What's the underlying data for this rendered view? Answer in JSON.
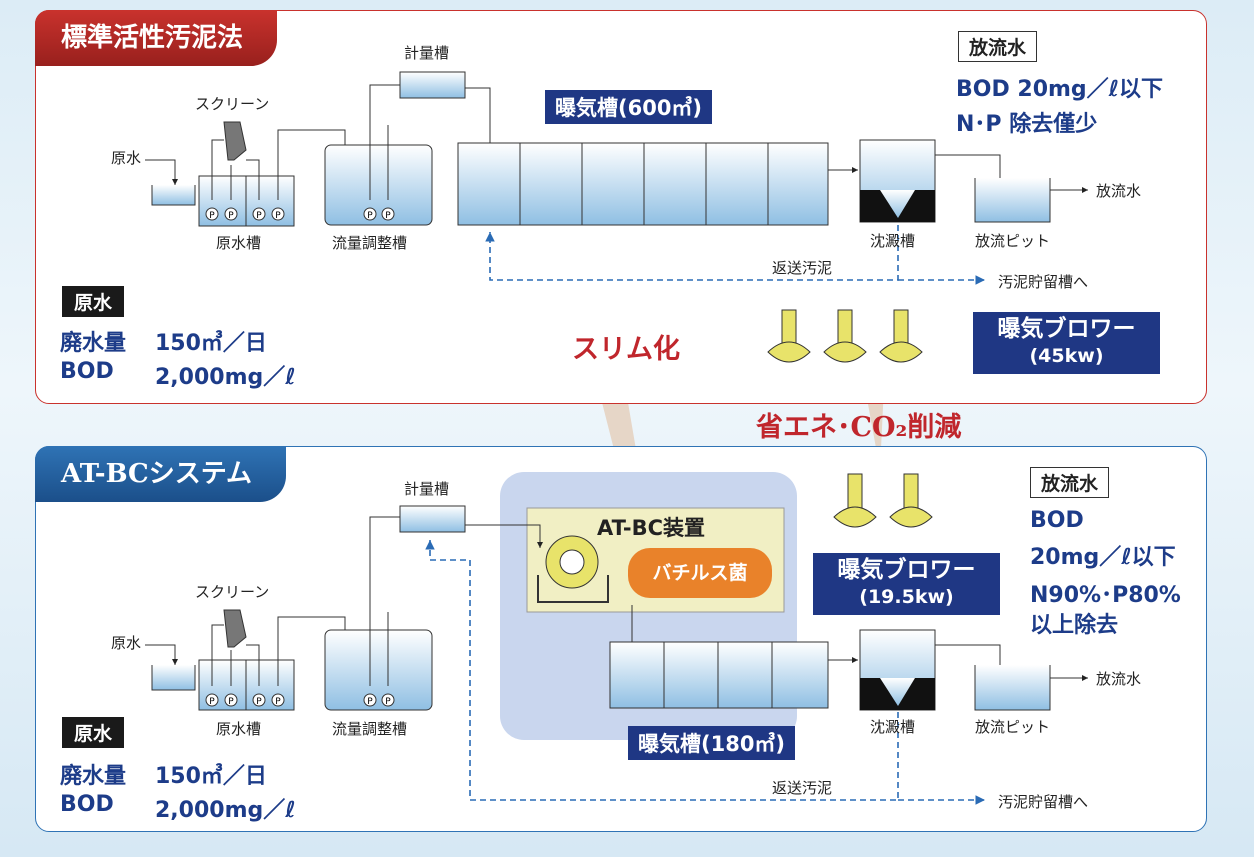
{
  "top": {
    "title": "標準活性汚泥法",
    "labels": {
      "screen": "スクリーン",
      "raw_in": "原水",
      "raw_tank": "原水槽",
      "flow_tank": "流量調整槽",
      "meter": "計量槽",
      "aeration": "曝気槽(600㎥)",
      "settling": "沈澱槽",
      "pit": "放流ピット",
      "outflow": "放流水",
      "return": "返送汚泥",
      "sludge": "汚泥貯留槽へ"
    },
    "effluent": {
      "title": "放流水",
      "line1": "BOD 20mg／ℓ以下",
      "line2": "N･P 除去僅少"
    },
    "raw": {
      "title": "原水",
      "vol_label": "廃水量",
      "vol": "150㎥／日",
      "bod_label": "BOD",
      "bod": "2,000mg／ℓ"
    },
    "blower": {
      "name": "曝気ブロワー",
      "power": "(45kw)"
    }
  },
  "mid": {
    "slim": "スリム化",
    "save": "省エネ･CO₂削減"
  },
  "bottom": {
    "title": "AT-BCシステム",
    "labels": {
      "screen": "スクリーン",
      "raw_in": "原水",
      "raw_tank": "原水槽",
      "flow_tank": "流量調整槽",
      "meter": "計量槽",
      "aeration": "曝気槽(180㎥)",
      "settling": "沈澱槽",
      "pit": "放流ピット",
      "outflow": "放流水",
      "return": "返送汚泥",
      "sludge": "汚泥貯留槽へ",
      "device": "AT-BC装置",
      "bacillus": "バチルス菌"
    },
    "effluent": {
      "title": "放流水",
      "line1": "BOD",
      "line2": "20mg／ℓ以下",
      "line3": "N90%･P80%",
      "line4": "以上除去"
    },
    "raw": {
      "title": "原水",
      "vol_label": "廃水量",
      "vol": "150㎥／日",
      "bod_label": "BOD",
      "bod": "2,000mg／ℓ"
    },
    "blower": {
      "name": "曝気ブロワー",
      "power": "(19.5kw)"
    }
  },
  "pump_letter": "P",
  "colors": {
    "red": "#c9322d",
    "blue": "#2f73b5",
    "navy": "#1f3784",
    "water": "#a8cde8",
    "beige": "#e6d6c7",
    "lavender": "#c9d6ee",
    "olive": "#f1efc4",
    "orange": "#e9822a",
    "yellow": "#e8e36a"
  }
}
